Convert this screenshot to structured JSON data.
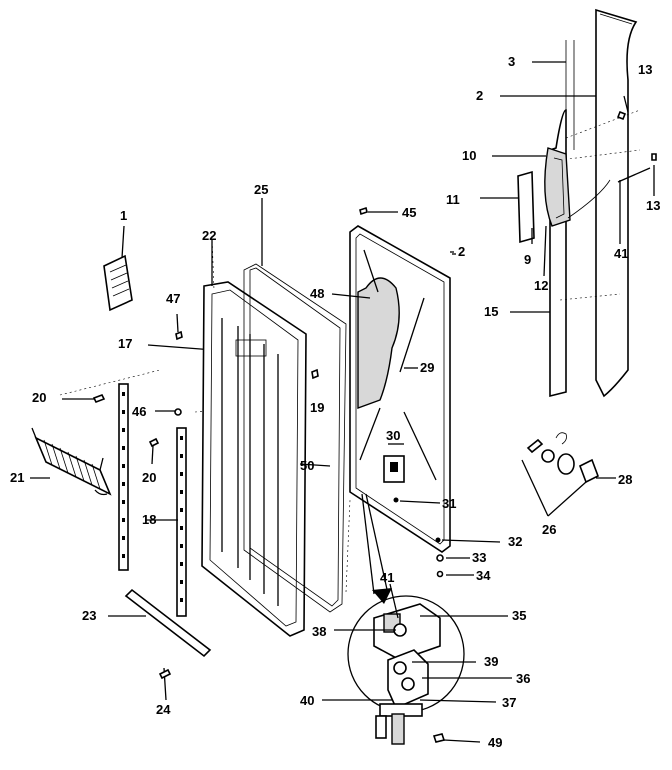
{
  "labels": [
    {
      "id": "1",
      "text": "1"
    },
    {
      "id": "2a",
      "text": "2"
    },
    {
      "id": "2b",
      "text": "2"
    },
    {
      "id": "3",
      "text": "3"
    },
    {
      "id": "9",
      "text": "9"
    },
    {
      "id": "10",
      "text": "10"
    },
    {
      "id": "11",
      "text": "11"
    },
    {
      "id": "12",
      "text": "12"
    },
    {
      "id": "13a",
      "text": "13"
    },
    {
      "id": "13b",
      "text": "13"
    },
    {
      "id": "15",
      "text": "15"
    },
    {
      "id": "17",
      "text": "17"
    },
    {
      "id": "18",
      "text": "18"
    },
    {
      "id": "19",
      "text": "19"
    },
    {
      "id": "20a",
      "text": "20"
    },
    {
      "id": "20b",
      "text": "20"
    },
    {
      "id": "21",
      "text": "21"
    },
    {
      "id": "22",
      "text": "22"
    },
    {
      "id": "23",
      "text": "23"
    },
    {
      "id": "24",
      "text": "24"
    },
    {
      "id": "25",
      "text": "25"
    },
    {
      "id": "26",
      "text": "26"
    },
    {
      "id": "28",
      "text": "28"
    },
    {
      "id": "29",
      "text": "29"
    },
    {
      "id": "30",
      "text": "30"
    },
    {
      "id": "31",
      "text": "31"
    },
    {
      "id": "32",
      "text": "32"
    },
    {
      "id": "33",
      "text": "33"
    },
    {
      "id": "34",
      "text": "34"
    },
    {
      "id": "35",
      "text": "35"
    },
    {
      "id": "36",
      "text": "36"
    },
    {
      "id": "37",
      "text": "37"
    },
    {
      "id": "38",
      "text": "38"
    },
    {
      "id": "39",
      "text": "39"
    },
    {
      "id": "40",
      "text": "40"
    },
    {
      "id": "41a",
      "text": "41"
    },
    {
      "id": "41b",
      "text": "41"
    },
    {
      "id": "45",
      "text": "45"
    },
    {
      "id": "46",
      "text": "46"
    },
    {
      "id": "47",
      "text": "47"
    },
    {
      "id": "48",
      "text": "48"
    },
    {
      "id": "49",
      "text": "49"
    },
    {
      "id": "50",
      "text": "50"
    }
  ]
}
